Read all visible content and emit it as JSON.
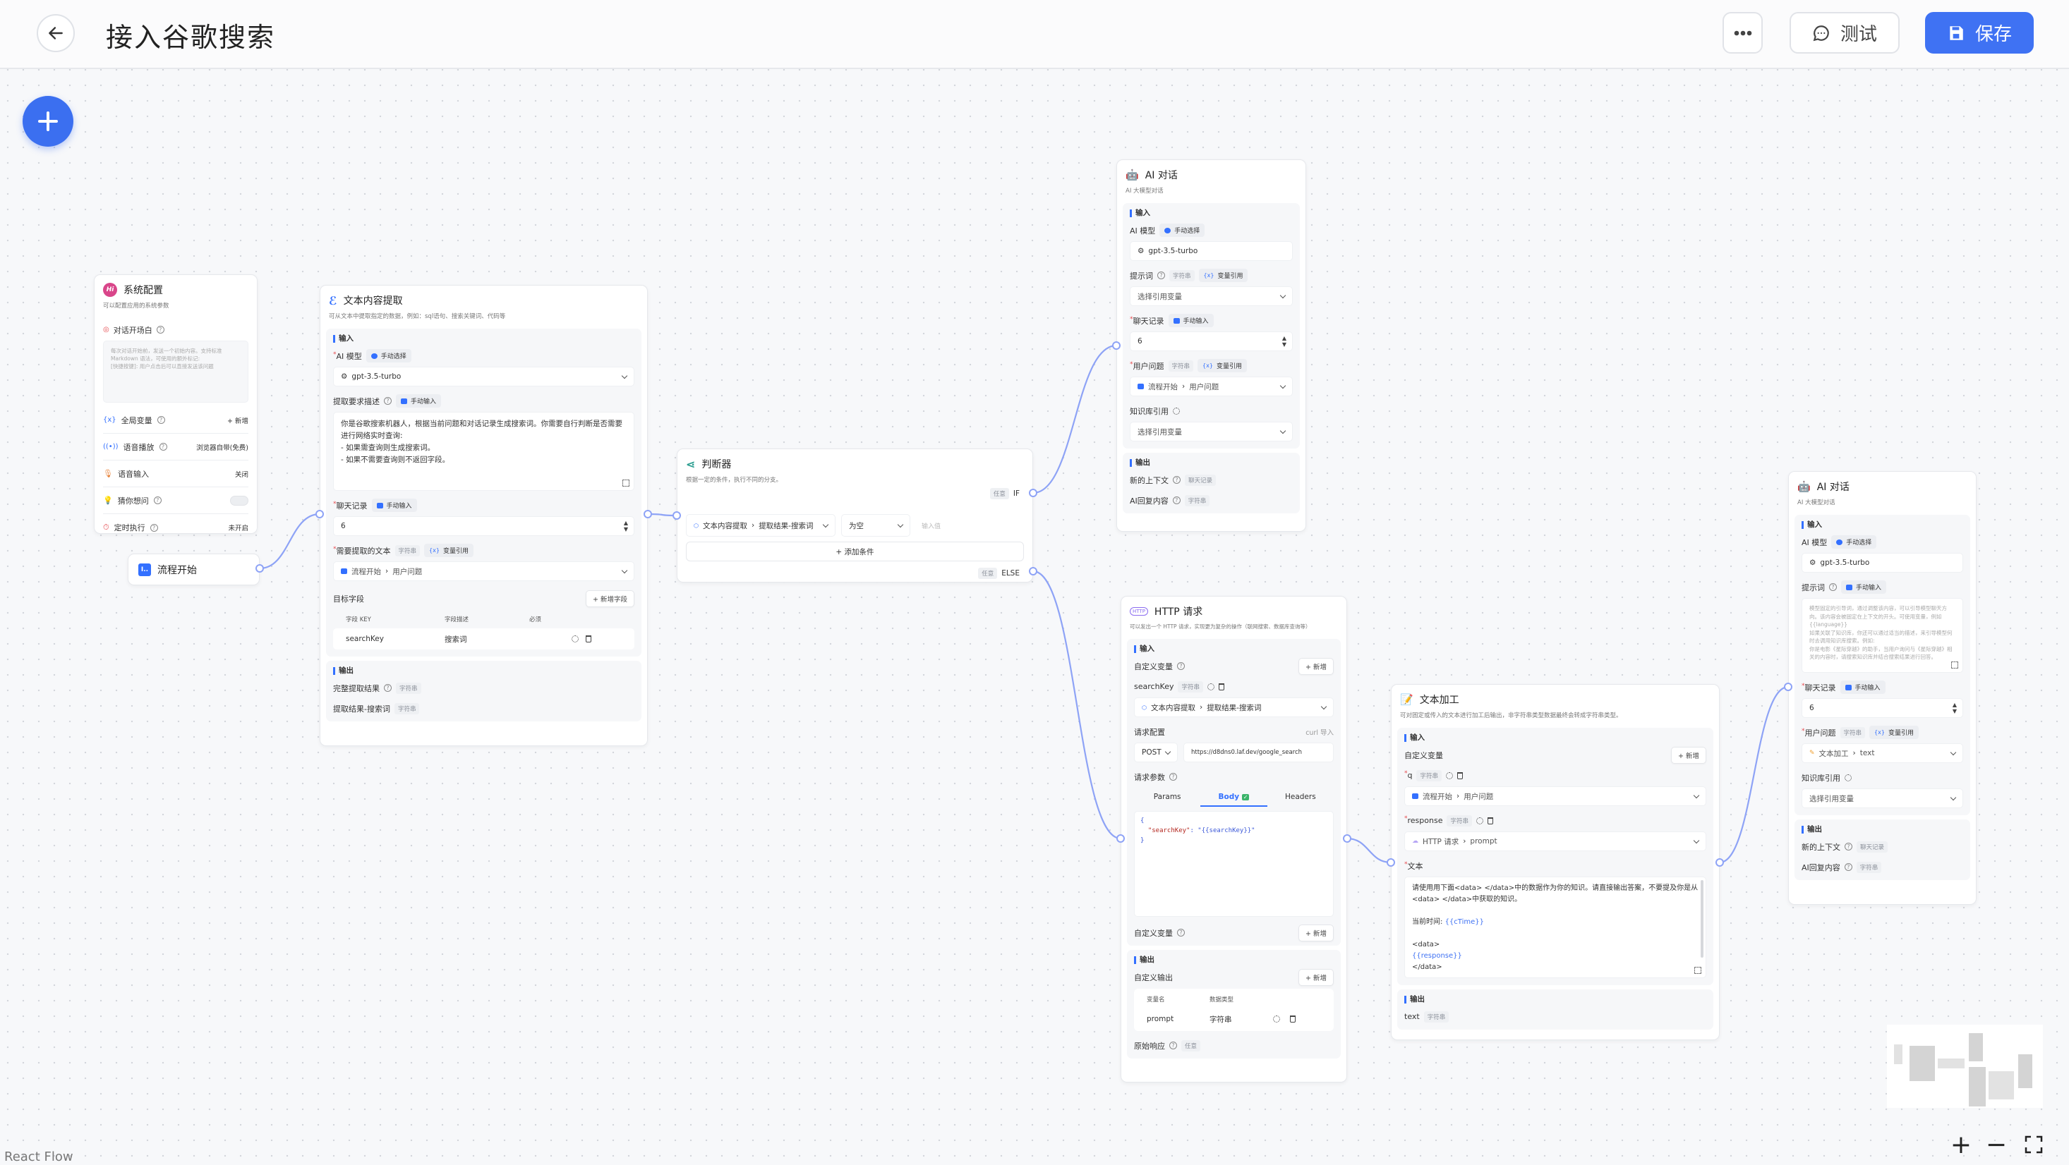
{
  "header": {
    "title": "接入谷歌搜索",
    "test_label": "测试",
    "save_label": "保存",
    "back_icon": "arrow-left-icon",
    "more_icon": "ellipsis-icon"
  },
  "colors": {
    "accent": "#3f72f3",
    "edge": "#8ea3f6",
    "required": "#e5484d"
  },
  "common": {
    "input": "输入",
    "output": "输出",
    "string": "字符串",
    "any": "任意",
    "manual_select": "手动选择",
    "manual_input": "手动输入",
    "var_ref": "变量引用",
    "add": "+ 新增",
    "select_ref_var": "选择引用变量",
    "model": "gpt-3.5-turbo",
    "chat_history": "聊天记录",
    "ai_model": "AI 模型",
    "ai_model_short": "AI 模型"
  },
  "system_config": {
    "title": "系统配置",
    "desc": "可以配置应用的系统参数",
    "opening_label": "对话开场白",
    "opening_placeholder": "每次对话开始前，发送一个初始内容。支持标准 Markdown 语法，可使用的额外标记:\n[快捷按键]: 用户点击后可以直接发送该问题",
    "rows": [
      {
        "label": "全局变量",
        "value": "+ 新增"
      },
      {
        "label": "语音播放",
        "value": "浏览器自带(免费)"
      },
      {
        "label": "语音输入",
        "value": "关闭"
      },
      {
        "label": "猜你想问",
        "value": false
      },
      {
        "label": "定时执行",
        "value": "未开启"
      }
    ]
  },
  "flow_start": {
    "title": "流程开始"
  },
  "extract": {
    "title": "文本内容提取",
    "desc": "可从文本中提取指定的数据，例如：sql语句、搜索关键词、代码等",
    "ai_model_label": "AI 模型",
    "desc_label": "提取要求描述",
    "desc_value": "你是谷歌搜索机器人，根据当前问题和对话记录生成搜索词。你需要自行判断是否需要进行网络实时查询:\n- 如果需查询则生成搜索词。\n- 如果不需要查询则不返回字段。",
    "history_label": "聊天记录",
    "history_value": "6",
    "text_label": "需要提取的文本",
    "text_source": "流程开始",
    "text_field": "用户问题",
    "target_label": "目标字段",
    "add_field": "+ 新增字段",
    "table_headers": [
      "字段 KEY",
      "字段描述",
      "必须"
    ],
    "table_rows": [
      {
        "key": "searchKey",
        "desc": "搜索词"
      }
    ],
    "outputs": [
      "完整提取结果",
      "提取结果-搜索词"
    ]
  },
  "judge": {
    "title": "判断器",
    "desc": "根据一定的条件，执行不同的分支。",
    "if_label": "IF",
    "else_label": "ELSE",
    "condition_source": "文本内容提取",
    "condition_field": "提取结果-搜索词",
    "operator": "为空",
    "value_placeholder": "输入值",
    "add_condition": "+ 添加条件"
  },
  "ai_chat_1": {
    "title": "AI 对话",
    "desc": "AI 大模型对话",
    "prompt_label": "提示词",
    "history_value": "6",
    "question_label": "用户问题",
    "question_source": "流程开始",
    "question_field": "用户问题",
    "kb_label": "知识库引用",
    "outputs": [
      {
        "label": "新的上下文",
        "type": "聊天记录"
      },
      {
        "label": "AI回复内容",
        "type": "字符串"
      }
    ]
  },
  "http": {
    "title": "HTTP 请求",
    "desc": "可以发出一个 HTTP 请求，实现更为复杂的操作（联网搜索、数据库查询等）",
    "custom_var_label": "自定义变量",
    "var_name": "searchKey",
    "var_source": "文本内容提取",
    "var_field": "提取结果-搜索词",
    "req_config_label": "请求配置",
    "curl_import": "curl 导入",
    "method": "POST",
    "url": "https://d8dns0.laf.dev/google_search",
    "params_label": "请求参数",
    "tabs": [
      "Params",
      "Body",
      "Headers"
    ],
    "active_tab": "Body",
    "body_open": "{",
    "body_key": "\"searchKey\"",
    "body_value": "\"{{searchKey}}\"",
    "body_close": "}",
    "custom_var_label_2": "自定义变量",
    "custom_output_label": "自定义输出",
    "out_headers": [
      "变量名",
      "数据类型"
    ],
    "out_rows": [
      {
        "name": "prompt",
        "type": "字符串"
      }
    ],
    "raw_response_label": "原始响应"
  },
  "text_edit": {
    "title": "文本加工",
    "desc": "可对固定或传入的文本进行加工后输出，非字符串类型数据最终会转成字符串类型。",
    "custom_var_label": "自定义变量",
    "var_q": "q",
    "q_source": "流程开始",
    "q_field": "用户问题",
    "var_response": "response",
    "response_source": "HTTP 请求",
    "response_field": "prompt",
    "text_label": "文本",
    "text_line1": "请使用用下面<data> </data>中的数据作为你的知识。请直接输出答案，不要提及你是从<data> </data>中获取的知识。",
    "time_label": "当前时间: ",
    "time_var": "{{cTime}}",
    "data_open": "<data>",
    "response_var": "{{response}}",
    "data_close": "</data>",
    "output_name": "text"
  },
  "ai_chat_2": {
    "title": "AI 对话",
    "desc": "AI 大模型对话",
    "prompt_label": "提示词",
    "prompt_placeholder": "模型固定的引导词，通过调整该内容，可以引导模型聊天方向。该内容会被固定在上下文的开头。可使用变量，例如 {{language}}\n如果关联了知识库，你还可以通过适当的描述，来引导模型何时去调用知识库搜索。例如:\n你是电影《星际穿越》的助手，当用户询问与《星际穿越》相关的内容时，请搜索知识库并结合搜索结果进行回答。",
    "history_value": "6",
    "question_label": "用户问题",
    "question_source": "文本加工",
    "question_field": "text",
    "kb_label": "知识库引用",
    "outputs": [
      {
        "label": "新的上下文",
        "type": "聊天记录"
      },
      {
        "label": "AI回复内容",
        "type": "字符串"
      }
    ]
  },
  "footer": {
    "react_flow": "React Flow",
    "zoom_in": "+",
    "zoom_out": "−"
  }
}
